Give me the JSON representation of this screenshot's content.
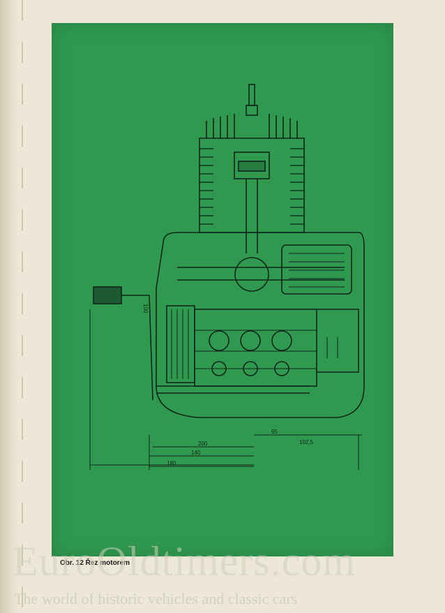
{
  "page": {
    "caption": "Obr. 12 Řez motorem",
    "plate_color": "#2f9a4f",
    "paper_color": "#ece7d6"
  },
  "drawing": {
    "dimensions": [
      "100",
      "200",
      "95",
      "102,5",
      "140",
      "180"
    ]
  },
  "watermark": {
    "title": "EuroOldtimers.com",
    "subtitle": "The world of historic vehicles and classic cars"
  }
}
